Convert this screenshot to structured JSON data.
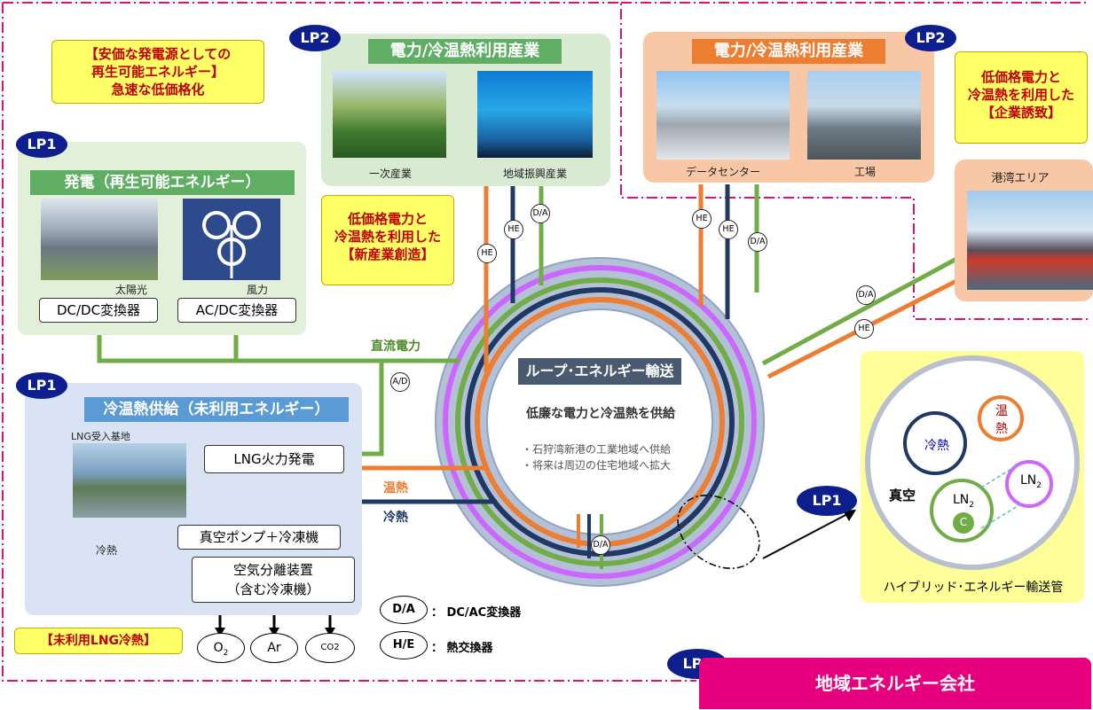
{
  "lp_labels": {
    "lp2_left": "LP2",
    "lp2_right": "LP2",
    "lp1_gen": "LP1",
    "lp1_cool": "LP1",
    "lp1_pipe": "LP1",
    "lp2_company": "LP2"
  },
  "renewable_note": {
    "line1": "【安価な発電源としての",
    "line2": "再生可能エネルギー】",
    "line3": "急速な低価格化"
  },
  "industry_left": {
    "title": "電力/冷温熱利用産業",
    "cap1": "一次産業",
    "cap2": "地域振興産業"
  },
  "industry_right": {
    "title": "電力/冷温熱利用産業",
    "cap1": "データセンター",
    "cap2": "工場"
  },
  "attract_note": {
    "line1": "低価格電力と",
    "line2": "冷温熱を利用した",
    "line3": "【企業誘致】"
  },
  "newind_note": {
    "line1": "低価格電力と",
    "line2": "冷温熱を利用した",
    "line3": "【新産業創造】"
  },
  "port": {
    "title": "港湾エリア"
  },
  "generation": {
    "title": "発電（再生可能エネルギー）",
    "solar": "太陽光",
    "wind": "風力",
    "dcdc": "DC/DC変換器",
    "acdc": "AC/DC変換器"
  },
  "cooling": {
    "title": "冷温熱供給（未利用エネルギー）",
    "lng_base": "LNG受入基地",
    "lng_power": "LNG火力発電",
    "vacuum_pump": "真空ポンプ＋冷凍機",
    "air_sep1": "空気分離装置",
    "air_sep2": "（含む冷凍機）",
    "cold": "冷熱",
    "unused_note": "【未利用LNG冷熱】",
    "o2": "O",
    "o2_sub": "2",
    "ar": "Ar",
    "co2": "CO2"
  },
  "pipes": {
    "dc_power": "直流電力",
    "hot": "温熱",
    "cold": "冷熱"
  },
  "tags": {
    "he": "HE",
    "da": "D/A",
    "ad": "A/D"
  },
  "loop": {
    "title": "ループ･エネルギー輸送",
    "supply": "低廉な電力と冷温熱を供給",
    "bullet1": "・石狩湾新港の工業地域へ供給",
    "bullet2": "・将来は周辺の住宅地域へ拡大"
  },
  "legend": {
    "da_symbol": "D/A",
    "da_desc": "：  DC/AC変換器",
    "he_symbol": "H/E",
    "he_desc": "：  熱交換器"
  },
  "hybrid": {
    "cold": "冷熱",
    "hot1": "温",
    "hot2": "熱",
    "vacuum": "真空",
    "ln2": "LN",
    "ln2_sub": "2",
    "ln2b": "LN",
    "ln2b_sub": "2",
    "c": "C",
    "caption": "ハイブリッド･エネルギー輸送管"
  },
  "company": {
    "label": "地域エネルギー会社"
  },
  "colors": {
    "green": "#70ad47",
    "orange": "#ed7d31",
    "navy": "#1f3864",
    "purple": "#cc66ff",
    "lp": "#0d1f8c",
    "magenta": "#e6007e"
  }
}
